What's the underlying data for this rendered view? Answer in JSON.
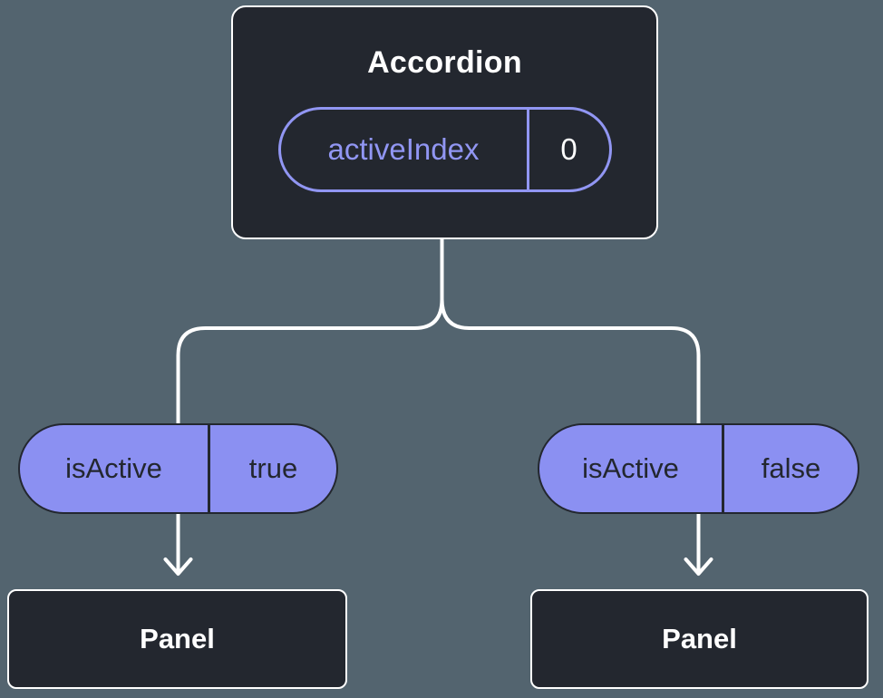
{
  "diagram": {
    "type": "component-tree",
    "description": "React component tree showing state passed from Accordion parent to two Panel children"
  },
  "accordion": {
    "title": "Accordion",
    "state": {
      "name": "activeIndex",
      "value": "0"
    }
  },
  "children": [
    {
      "prop_name": "isActive",
      "prop_value": "true",
      "label": "Panel"
    },
    {
      "prop_name": "isActive",
      "prop_value": "false",
      "label": "Panel"
    }
  ],
  "colors": {
    "bg": "#53646F",
    "node_bg": "#23272F",
    "node_border": "#FFFFFF",
    "purple": "#8B90F2",
    "purple_outline": "#9196F3",
    "text_light": "#FFFFFF",
    "text_dark": "#23272F",
    "connector": "#FFFFFF"
  }
}
